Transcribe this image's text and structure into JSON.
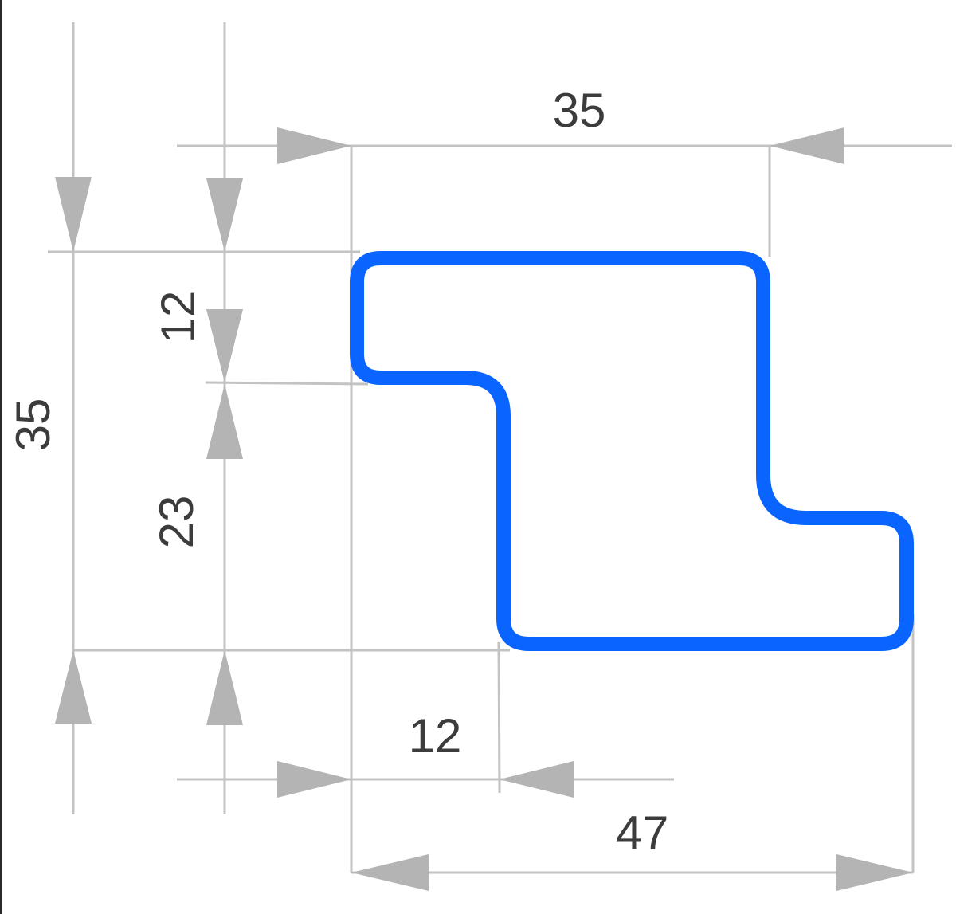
{
  "diagram": {
    "profile_color": "#0a64ff",
    "dimension_line_color": "#c3c3c3",
    "arrow_color": "#b4b4b4",
    "text_color": "#3c3c3c",
    "dimensions": {
      "top_width": "35",
      "total_height": "35",
      "top_flange_height": "12",
      "web_height": "23",
      "bottom_left_width": "12",
      "overall_width": "47"
    }
  }
}
